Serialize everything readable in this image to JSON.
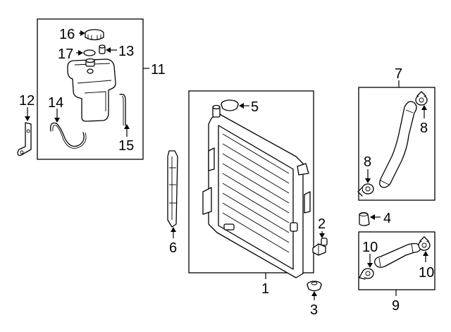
{
  "callouts": {
    "c1": "1",
    "c2": "2",
    "c3": "3",
    "c4": "4",
    "c5": "5",
    "c6": "6",
    "c7": "7",
    "c8a": "8",
    "c8b": "8",
    "c9": "9",
    "c10a": "10",
    "c10b": "10",
    "c11": "11",
    "c12": "12",
    "c13": "13",
    "c14": "14",
    "c15": "15",
    "c16": "16",
    "c17": "17"
  }
}
